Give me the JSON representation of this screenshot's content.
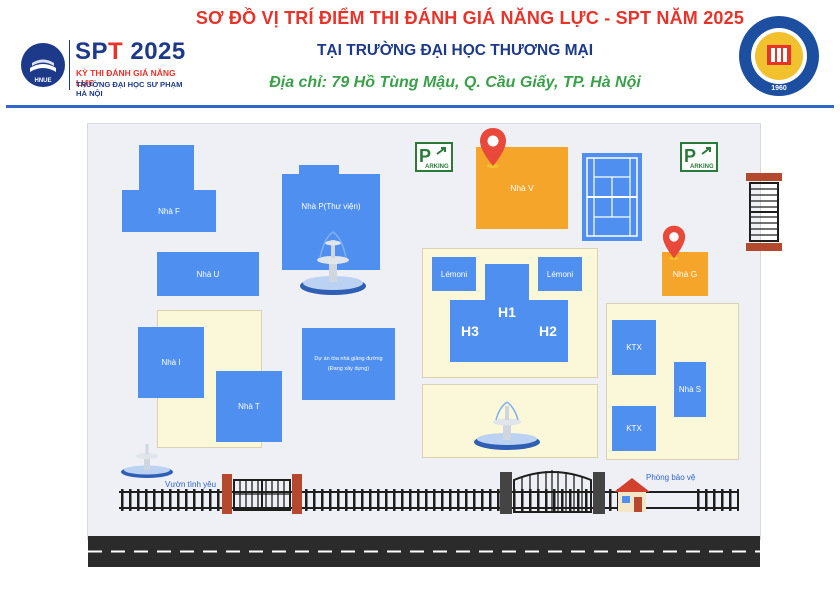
{
  "header": {
    "title": "SƠ ĐỒ VỊ TRÍ ĐIỂM THI ĐÁNH GIÁ NĂNG LỰC - SPT NĂM 2025",
    "subtitle": "TẠI TRƯỜNG ĐẠI HỌC THƯƠNG MẠI",
    "address": "Địa chỉ: 79 Hồ Tùng Mậu, Q. Cầu Giấy, TP. Hà Nội"
  },
  "logo_left": {
    "emblem_text": "HNUE",
    "spt_prefix": "SP",
    "spt_t": "T",
    "spt_year": " 2025",
    "line1": "KỲ THI ĐÁNH GIÁ NĂNG LỰC",
    "line2": "TRƯỜNG ĐẠI HỌC SƯ PHẠM HÀ NỘI"
  },
  "logo_right": {
    "year": "1960"
  },
  "buildings": {
    "nha_f": "Nhà F",
    "nha_p": "Nhà P(Thư viện)",
    "nha_u": "Nhà U",
    "nha_i": "Nhà I",
    "nha_t": "Nhà T",
    "du_an_line1": "Dự án tòa nhà giảng đường",
    "du_an_line2": "(Đang xây dựng)",
    "nha_v": "Nhà V",
    "nha_g": "Nhà G",
    "lemoni_left": "Lémoni",
    "lemoni_right": "Lémoni",
    "h1": "H1",
    "h2": "H2",
    "h3": "H3",
    "ktx_top": "KTX",
    "ktx_bottom": "KTX",
    "nha_s": "Nhà S"
  },
  "labels": {
    "parking_p": "P",
    "parking_text": "ARKING",
    "vuon_tinh_yeu": "Vườn tình yêu",
    "phong_bao_ve": "Phòng bảo vệ"
  },
  "colors": {
    "title_red": "#e8332a",
    "navy": "#1d3a8a",
    "green": "#3aa14a",
    "building_blue": "#4f8fef",
    "exam_orange": "#f5a52a",
    "zone_yellow": "#fbf7d9",
    "pin_red": "#e8493a"
  },
  "icons": [
    "location-pin-icon",
    "parking-icon",
    "fountain-icon",
    "gate-icon",
    "guard-house-icon",
    "tennis-court-icon",
    "fence-icon",
    "road-icon"
  ]
}
